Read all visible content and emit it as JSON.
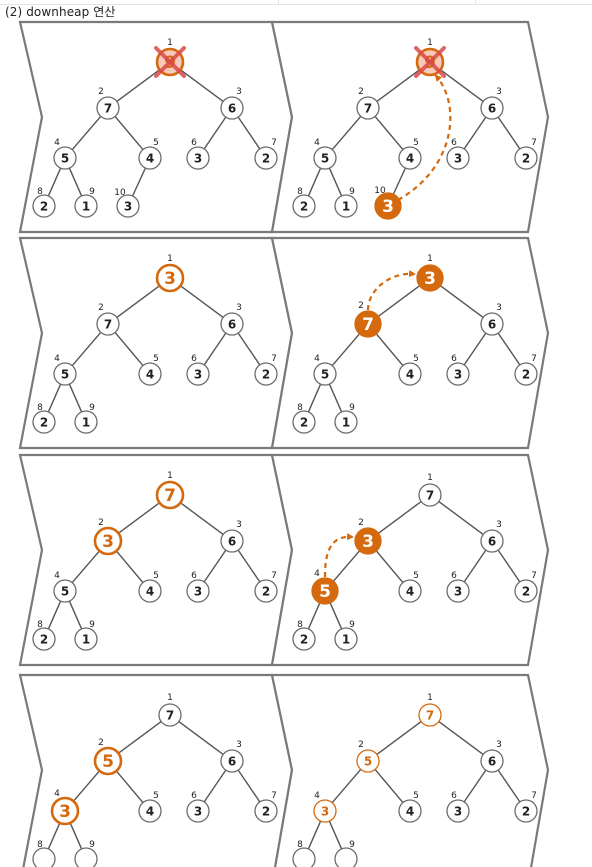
{
  "heading": "(2) downheap 연산",
  "colors": {
    "orange": "#d4690e",
    "removed_red": "#d94a4a",
    "node_stroke": "#6b6b6b",
    "panel_stroke": "#7a7a7a",
    "edge": "#555555"
  },
  "panels": [
    {
      "id": "p1",
      "nodes": [
        {
          "i": 1,
          "v": "9",
          "style": "removed"
        },
        {
          "i": 2,
          "v": "7"
        },
        {
          "i": 3,
          "v": "6"
        },
        {
          "i": 4,
          "v": "5"
        },
        {
          "i": 5,
          "v": "4"
        },
        {
          "i": 6,
          "v": "3"
        },
        {
          "i": 7,
          "v": "2"
        },
        {
          "i": 8,
          "v": "2"
        },
        {
          "i": 9,
          "v": "1"
        },
        {
          "i": 10,
          "v": "3"
        }
      ]
    },
    {
      "id": "p2",
      "nodes": [
        {
          "i": 1,
          "v": "9",
          "style": "removed"
        },
        {
          "i": 2,
          "v": "7"
        },
        {
          "i": 3,
          "v": "6"
        },
        {
          "i": 4,
          "v": "5"
        },
        {
          "i": 5,
          "v": "4"
        },
        {
          "i": 6,
          "v": "3"
        },
        {
          "i": 7,
          "v": "2"
        },
        {
          "i": 8,
          "v": "2"
        },
        {
          "i": 9,
          "v": "1"
        },
        {
          "i": 10,
          "v": "3",
          "style": "filled"
        }
      ],
      "arrows": [
        {
          "from": 10,
          "to": 1,
          "kind": "long"
        }
      ]
    },
    {
      "id": "p3",
      "nodes": [
        {
          "i": 1,
          "v": "3",
          "style": "outline"
        },
        {
          "i": 2,
          "v": "7"
        },
        {
          "i": 3,
          "v": "6"
        },
        {
          "i": 4,
          "v": "5"
        },
        {
          "i": 5,
          "v": "4"
        },
        {
          "i": 6,
          "v": "3"
        },
        {
          "i": 7,
          "v": "2"
        },
        {
          "i": 8,
          "v": "2"
        },
        {
          "i": 9,
          "v": "1"
        }
      ]
    },
    {
      "id": "p4",
      "nodes": [
        {
          "i": 1,
          "v": "3",
          "style": "filled"
        },
        {
          "i": 2,
          "v": "7",
          "style": "filled"
        },
        {
          "i": 3,
          "v": "6"
        },
        {
          "i": 4,
          "v": "5"
        },
        {
          "i": 5,
          "v": "4"
        },
        {
          "i": 6,
          "v": "3"
        },
        {
          "i": 7,
          "v": "2"
        },
        {
          "i": 8,
          "v": "2"
        },
        {
          "i": 9,
          "v": "1"
        }
      ],
      "arrows": [
        {
          "from": 2,
          "to": 1,
          "kind": "swap"
        }
      ]
    },
    {
      "id": "p5",
      "nodes": [
        {
          "i": 1,
          "v": "7",
          "style": "outline"
        },
        {
          "i": 2,
          "v": "3",
          "style": "outline"
        },
        {
          "i": 3,
          "v": "6"
        },
        {
          "i": 4,
          "v": "5"
        },
        {
          "i": 5,
          "v": "4"
        },
        {
          "i": 6,
          "v": "3"
        },
        {
          "i": 7,
          "v": "2"
        },
        {
          "i": 8,
          "v": "2"
        },
        {
          "i": 9,
          "v": "1"
        }
      ]
    },
    {
      "id": "p6",
      "nodes": [
        {
          "i": 1,
          "v": "7"
        },
        {
          "i": 2,
          "v": "3",
          "style": "filled"
        },
        {
          "i": 3,
          "v": "6"
        },
        {
          "i": 4,
          "v": "5",
          "style": "filled"
        },
        {
          "i": 5,
          "v": "4"
        },
        {
          "i": 6,
          "v": "3"
        },
        {
          "i": 7,
          "v": "2"
        },
        {
          "i": 8,
          "v": "2"
        },
        {
          "i": 9,
          "v": "1"
        }
      ],
      "arrows": [
        {
          "from": 4,
          "to": 2,
          "kind": "swap"
        }
      ]
    },
    {
      "id": "p7",
      "nodes": [
        {
          "i": 1,
          "v": "7"
        },
        {
          "i": 2,
          "v": "5",
          "style": "outline"
        },
        {
          "i": 3,
          "v": "6"
        },
        {
          "i": 4,
          "v": "3",
          "style": "outline"
        },
        {
          "i": 5,
          "v": "4"
        },
        {
          "i": 6,
          "v": "3"
        },
        {
          "i": 7,
          "v": "2"
        },
        {
          "i": 8,
          "v": ""
        },
        {
          "i": 9,
          "v": ""
        }
      ]
    },
    {
      "id": "p8",
      "nodes": [
        {
          "i": 1,
          "v": "7",
          "style": "thin"
        },
        {
          "i": 2,
          "v": "5",
          "style": "thin"
        },
        {
          "i": 3,
          "v": "6"
        },
        {
          "i": 4,
          "v": "3",
          "style": "thin"
        },
        {
          "i": 5,
          "v": "4"
        },
        {
          "i": 6,
          "v": "3"
        },
        {
          "i": 7,
          "v": "2"
        },
        {
          "i": 8,
          "v": ""
        },
        {
          "i": 9,
          "v": ""
        }
      ]
    }
  ]
}
